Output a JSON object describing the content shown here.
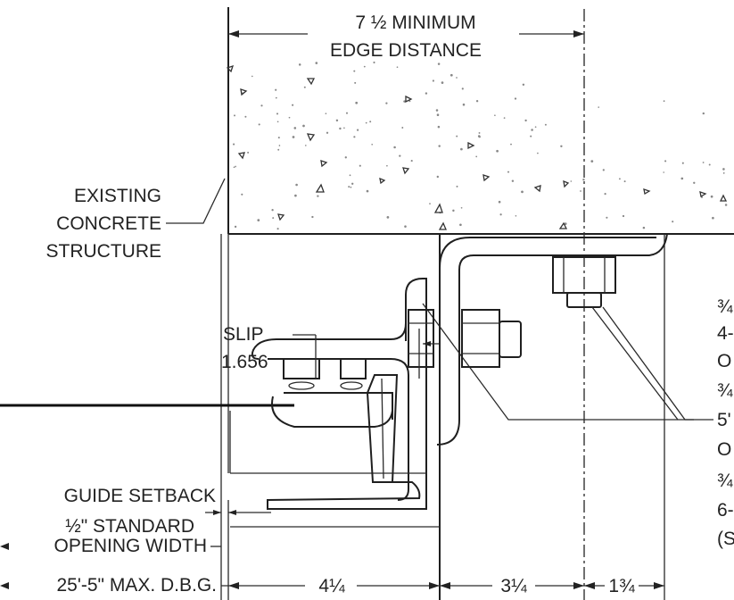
{
  "labels": {
    "edge_distance_line1": "7 ½ MINIMUM",
    "edge_distance_line2": "EDGE DISTANCE",
    "existing_line1": "EXISTING",
    "existing_line2": "CONCRETE",
    "existing_line3": "STRUCTURE",
    "slip_line1": "SLIP",
    "slip_line2": "1.656",
    "guide_setback": "GUIDE SETBACK",
    "standard_line1": "½\" STANDARD",
    "opening_width": "OPENING WIDTH",
    "max_dbg": "25'-5\" MAX. D.B.G.",
    "dim_4_1_4": "4¼",
    "dim_3_4": "3¼",
    "dim_1_3_4": "1¾"
  },
  "right_callout": [
    "¾",
    "4-",
    "O",
    "¾",
    "5'",
    "O",
    "¾",
    "6-",
    "(S"
  ]
}
